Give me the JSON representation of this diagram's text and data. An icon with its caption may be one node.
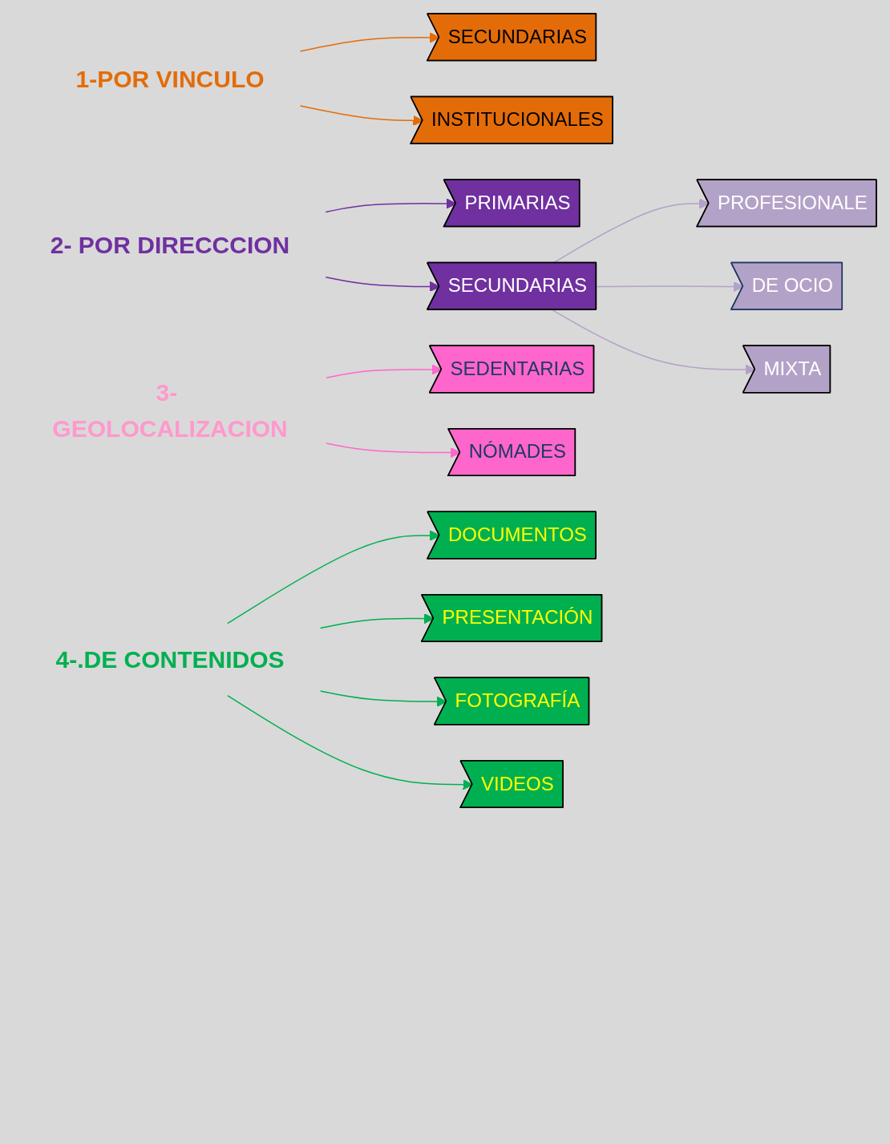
{
  "diagram": {
    "nodes": [
      {
        "text": [
          "1-POR VINCULO"
        ]
      },
      {
        "text": [
          "SECUNDARIAS"
        ]
      },
      {
        "text": [
          "INSTITUCIONALES"
        ]
      },
      {
        "text": [
          "2- POR DIRECCCION"
        ]
      },
      {
        "text": [
          "PRIMARIAS"
        ]
      },
      {
        "text": [
          "SECUNDARIAS"
        ]
      },
      {
        "text": [
          "PROFESIONALE"
        ]
      },
      {
        "text": [
          "DE OCIO"
        ]
      },
      {
        "text": [
          "MIXTA"
        ]
      },
      {
        "text": [
          "3- GEOLOCALIZACION"
        ]
      },
      {
        "text": [
          "SEDENTARIAS"
        ]
      },
      {
        "text": [
          "NÓMADES"
        ]
      },
      {
        "text": [
          "4-.DE CONTENIDOS"
        ]
      },
      {
        "text": [
          "DOCUMENTOS"
        ]
      },
      {
        "text": [
          "PRESENTACIÓN"
        ]
      },
      {
        "text": [
          "FOTOGRAFÍA"
        ]
      },
      {
        "text": [
          "VIDEOS"
        ]
      }
    ],
    "edges": [
      {
        "from": 0,
        "to": 1,
        "arrow": "to",
        "color": "#e36c09"
      },
      {
        "from": 0,
        "to": 2,
        "arrow": "to",
        "color": "#e36c09"
      },
      {
        "from": 3,
        "to": 4,
        "arrow": "to",
        "color": "#7030a0"
      },
      {
        "from": 3,
        "to": 5,
        "arrow": "to",
        "color": "#7030a0"
      },
      {
        "from": 5,
        "to": 6,
        "arrow": "to",
        "color": "#b3a2c7"
      },
      {
        "from": 5,
        "to": 7,
        "arrow": "to",
        "color": "#b3a2c7"
      },
      {
        "from": 5,
        "to": 8,
        "arrow": "to",
        "color": "#b3a2c7"
      },
      {
        "from": 9,
        "to": 10,
        "arrow": "to",
        "color": "#ff66cc"
      },
      {
        "from": 9,
        "to": 11,
        "arrow": "to",
        "color": "#ff66cc"
      },
      {
        "from": 12,
        "to": 13,
        "arrow": "to",
        "color": "#00b050"
      },
      {
        "from": 12,
        "to": 14,
        "arrow": "to",
        "color": "#00b050"
      },
      {
        "from": 12,
        "to": 15,
        "arrow": "to",
        "color": "#00b050"
      },
      {
        "from": 12,
        "to": 16,
        "arrow": "to",
        "color": "#00b050"
      }
    ]
  }
}
